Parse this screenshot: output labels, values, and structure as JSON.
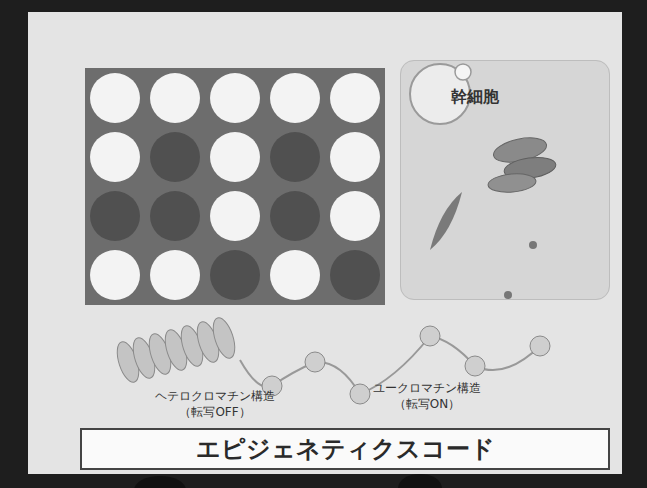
{
  "diagram": {
    "title": "エピジェネティクスコード",
    "nodes": [
      {
        "text": [
          "幹細胞"
        ]
      }
    ],
    "labels": [
      "ヘテロクロマチン構造 （転写OFF）",
      "ユークロマチン構造 （転写ON）"
    ]
  }
}
